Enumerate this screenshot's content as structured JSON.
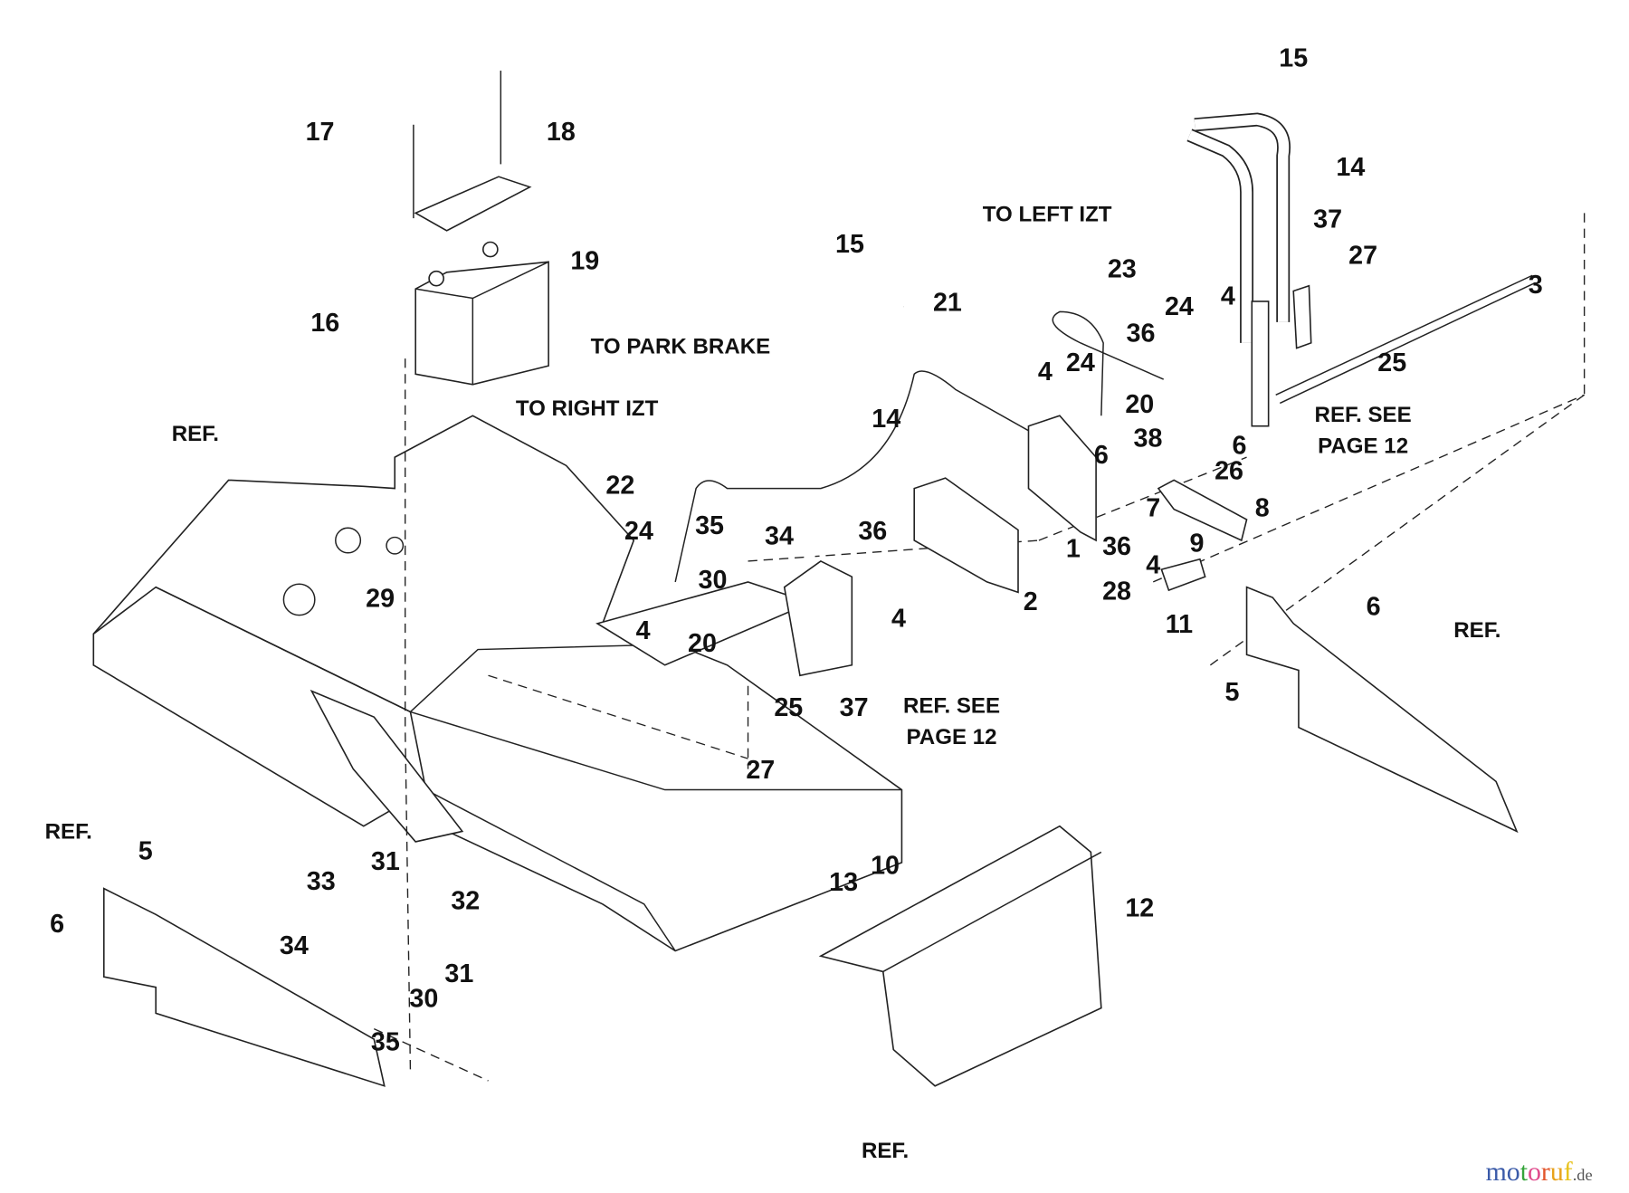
{
  "diagram": {
    "callouts": [
      "15",
      "17",
      "18",
      "14",
      "TO LEFT IZT",
      "37",
      "27",
      "15",
      "19",
      "23",
      "3",
      "21",
      "24",
      "4",
      "16",
      "36",
      "24",
      "25",
      "TO PARK BRAKE",
      "4",
      "20",
      "REF. SEE",
      "PAGE 12",
      "TO RIGHT IZT",
      "14",
      "REF.",
      "6",
      "38",
      "6",
      "26",
      "22",
      "7",
      "8",
      "24",
      "35",
      "34",
      "36",
      "1",
      "36",
      "9",
      "30",
      "2",
      "28",
      "4",
      "29",
      "4",
      "20",
      "4",
      "11",
      "6",
      "REF.",
      "5",
      "25",
      "37",
      "REF. SEE",
      "PAGE 12",
      "27",
      "REF.",
      "5",
      "31",
      "10",
      "13",
      "33",
      "32",
      "12",
      "6",
      "34",
      "31",
      "30",
      "35",
      "REF."
    ],
    "parts": [
      "battery",
      "battery-hold-down",
      "control-lever-left",
      "control-lever-right",
      "frame",
      "control-bracket",
      "cable",
      "side-panel-left",
      "side-panel-right",
      "footrest-panel",
      "control-rod"
    ]
  },
  "watermark": {
    "brand": "motoruf",
    "suffix": ".de",
    "colors": [
      "#3b5ba9",
      "#3b5ba9",
      "#35a43a",
      "#e04a8c",
      "#e2552b",
      "#e8a21b",
      "#e8c21b"
    ]
  }
}
